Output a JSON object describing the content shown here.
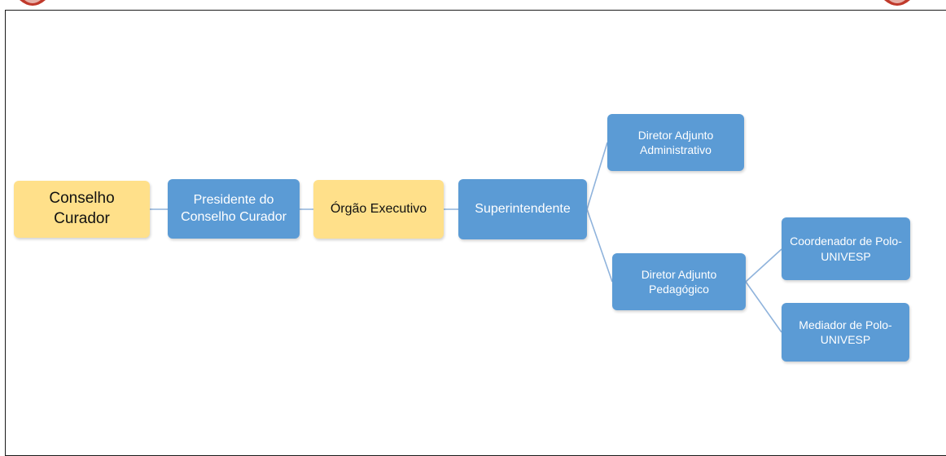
{
  "nodes": {
    "conselho_curador": "Conselho Curador",
    "presidente": "Presidente do Conselho Curador",
    "orgao_executivo": "Órgão Executivo",
    "superintendente": "Superintendente",
    "diretor_administrativo": "Diretor Adjunto Administrativo",
    "diretor_pedagogico": "Diretor Adjunto Pedagógico",
    "coordenador": "Coordenador de Polo- UNIVESP",
    "mediador": "Mediador de Polo- UNIVESP"
  },
  "colors": {
    "level_highlight": "#ffe08a",
    "role": "#5b9bd5",
    "connector": "#8fb3dc",
    "logo": "#c0392b"
  },
  "decorations": {
    "top_corner_emblems": [
      "emblem-icon",
      "emblem-icon"
    ]
  }
}
